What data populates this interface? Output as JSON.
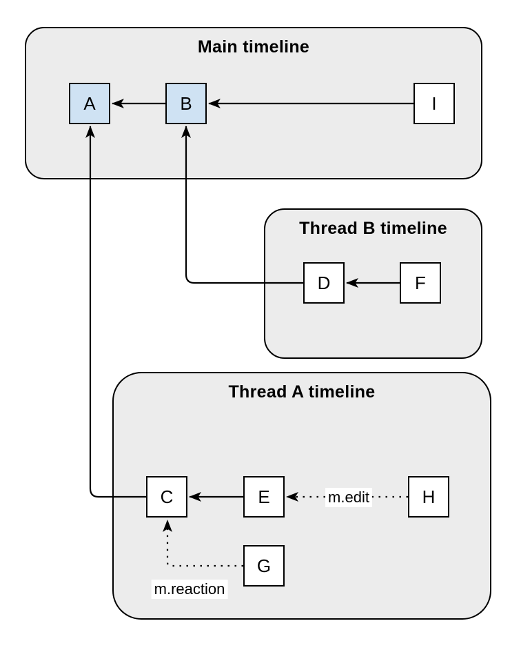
{
  "diagram": {
    "containers": [
      {
        "id": "main",
        "title": "Main timeline"
      },
      {
        "id": "thread-b",
        "title": "Thread B timeline"
      },
      {
        "id": "thread-a",
        "title": "Thread A timeline"
      }
    ],
    "nodes": [
      {
        "id": "A",
        "label": "A",
        "style": "highlighted",
        "timeline": "main"
      },
      {
        "id": "B",
        "label": "B",
        "style": "highlighted",
        "timeline": "main"
      },
      {
        "id": "I",
        "label": "I",
        "style": "plain",
        "timeline": "main"
      },
      {
        "id": "D",
        "label": "D",
        "style": "plain",
        "timeline": "thread-b"
      },
      {
        "id": "F",
        "label": "F",
        "style": "plain",
        "timeline": "thread-b"
      },
      {
        "id": "C",
        "label": "C",
        "style": "plain",
        "timeline": "thread-a"
      },
      {
        "id": "E",
        "label": "E",
        "style": "plain",
        "timeline": "thread-a"
      },
      {
        "id": "H",
        "label": "H",
        "style": "plain",
        "timeline": "thread-a"
      },
      {
        "id": "G",
        "label": "G",
        "style": "plain",
        "timeline": "thread-a"
      }
    ],
    "edges": [
      {
        "from": "B",
        "to": "A",
        "style": "solid",
        "label": ""
      },
      {
        "from": "I",
        "to": "B",
        "style": "solid",
        "label": ""
      },
      {
        "from": "F",
        "to": "D",
        "style": "solid",
        "label": ""
      },
      {
        "from": "D",
        "to": "B",
        "style": "solid",
        "label": ""
      },
      {
        "from": "E",
        "to": "C",
        "style": "solid",
        "label": ""
      },
      {
        "from": "C",
        "to": "A",
        "style": "solid",
        "label": ""
      },
      {
        "from": "H",
        "to": "E",
        "style": "dotted",
        "label": "m.edit"
      },
      {
        "from": "G",
        "to": "C",
        "style": "dotted",
        "label": "m.reaction"
      }
    ],
    "colors": {
      "canvas_bg": "#ffffff",
      "container_fill": "#ececec",
      "node_fill": "#ffffff",
      "highlight_fill": "#cfe2f3",
      "stroke": "#000000",
      "label_bg": "#ffffff"
    }
  }
}
